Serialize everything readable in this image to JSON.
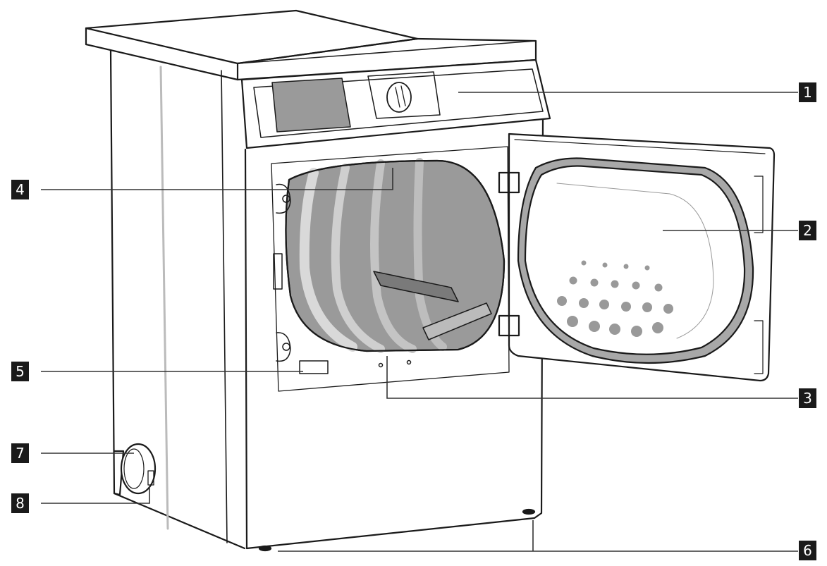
{
  "diagram": {
    "subject": "Front-loading clothes dryer with door open",
    "colors": {
      "line": "#1a1a1a",
      "drum_gray": "#8a8a8a",
      "drum_light": "#b8b8b8",
      "panel_display": "#9a9a9a",
      "gasket_gray": "#a8a8a8",
      "callout_bg": "#1a1a1a",
      "callout_text": "#ffffff"
    },
    "callouts": [
      {
        "number": "1",
        "side": "right"
      },
      {
        "number": "2",
        "side": "right"
      },
      {
        "number": "3",
        "side": "right"
      },
      {
        "number": "4",
        "side": "left"
      },
      {
        "number": "5",
        "side": "left"
      },
      {
        "number": "6",
        "side": "right"
      },
      {
        "number": "7",
        "side": "left"
      },
      {
        "number": "8",
        "side": "left"
      }
    ]
  }
}
